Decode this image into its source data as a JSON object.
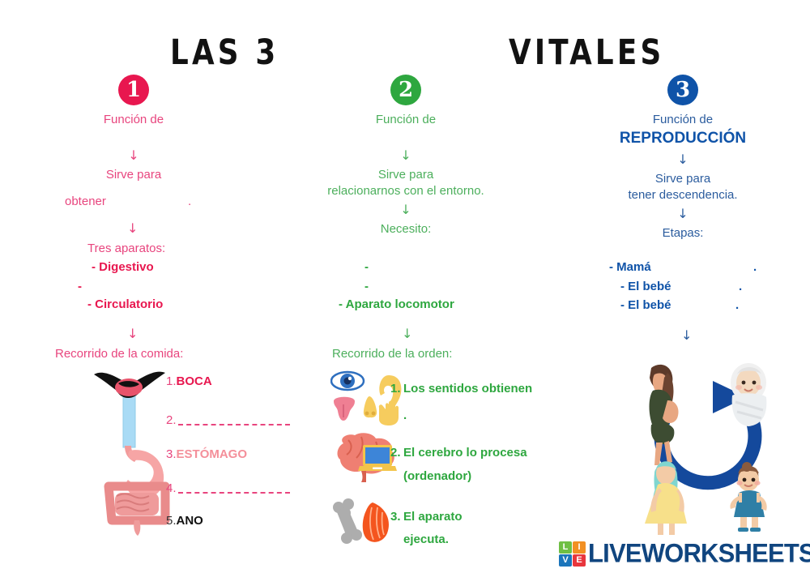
{
  "title": {
    "part1": "LAS 3",
    "blank": "",
    "part2": "VITALES"
  },
  "colors": {
    "pink": "#e8457e",
    "pink_strong": "#e8174f",
    "green": "#4caf5c",
    "green_strong": "#2ea73f",
    "blue": "#2b5c9e",
    "blue_strong": "#0f53a8",
    "logo_navy": "#10457f"
  },
  "columns": [
    {
      "number": "1",
      "heading_prefix": "Función de",
      "heading_answer": "",
      "arrow": "↓",
      "sirve_line1": "Sirve para",
      "sirve_line2_prefix": "obtener",
      "sirve_line2_blank": "",
      "sirve_line2_suffix": ".",
      "group_label": "Tres aparatos:",
      "group_items": [
        "- Digestivo",
        "-",
        "- Circulatorio"
      ],
      "recorrido_label": "Recorrido de la comida:",
      "steps": [
        {
          "num": "1.",
          "label": "BOCA",
          "style": "filled-strong"
        },
        {
          "num": "2.",
          "label": "",
          "style": "blank"
        },
        {
          "num": "3.",
          "label": "ESTÓMAGO",
          "style": "filled-light"
        },
        {
          "num": "4.",
          "label": "",
          "style": "blank"
        },
        {
          "num": "5.",
          "label": "ANO",
          "style": "filled-black"
        }
      ],
      "illustration": "digestive-system-illustration"
    },
    {
      "number": "2",
      "heading_prefix": "Función de",
      "heading_answer": "",
      "arrow": "↓",
      "sirve_line1": "Sirve para",
      "sirve_line2_prefix": "relacionarnos con el entorno.",
      "sirve_line2_blank": "",
      "sirve_line2_suffix": "",
      "group_label": "Necesito:",
      "group_items": [
        "-",
        "-",
        "- Aparato locomotor"
      ],
      "recorrido_label": "Recorrido de la orden:",
      "steps": [
        {
          "num": "1.",
          "label": "Los sentidos obtienen",
          "line2": ".",
          "icon": "senses-icon"
        },
        {
          "num": "2.",
          "label": "El cerebro lo procesa",
          "line2": "(ordenador)",
          "icon": "brain-computer-icon"
        },
        {
          "num": "3.",
          "label": "El aparato",
          "line2": "ejecuta.",
          "icon": "bone-muscle-icon"
        }
      ],
      "illustration": "locomotor-icons"
    },
    {
      "number": "3",
      "heading_prefix": "Función de",
      "heading_answer": "REPRODUCCIÓN",
      "arrow": "↓",
      "sirve_line1": "Sirve para",
      "sirve_line2_prefix": "tener descendencia.",
      "sirve_line2_blank": "",
      "sirve_line2_suffix": "",
      "group_label": "Etapas:",
      "group_items": [
        "- Mamá",
        "- El bebé",
        "- El bebé"
      ],
      "group_item_suffix": ".",
      "recorrido_label": "",
      "steps": [],
      "illustration": "reproduction-life-cycle-illustration"
    }
  ],
  "logo": {
    "blocks": [
      "L",
      "I",
      "V",
      "E"
    ],
    "word": "LIVEWORKSHEETS"
  }
}
